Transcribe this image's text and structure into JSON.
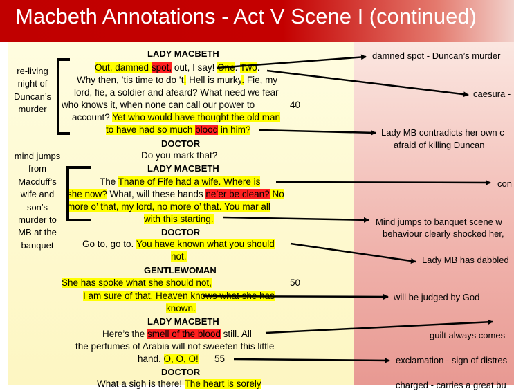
{
  "title": "Macbeth Annotations - Act V Scene I (continued)",
  "script": {
    "speaker_1": "LADY MACBETH",
    "lines_1": [
      [
        {
          "t": "Out, damned ",
          "h": "y"
        },
        {
          "t": "spot,",
          "h": "r"
        },
        {
          "t": " out, I say! ",
          "h": ""
        },
        {
          "t": "One",
          "h": "y"
        },
        {
          "t": ". ",
          "h": ""
        },
        {
          "t": "Two",
          "h": "y"
        },
        {
          "t": ".",
          "h": ""
        }
      ],
      [
        {
          "t": "Why then, ’tis time to do ’t",
          "h": ""
        },
        {
          "t": ".",
          "h": "y"
        },
        {
          "t": " Hell is murky",
          "h": ""
        },
        {
          "t": ".",
          "h": "y"
        },
        {
          "t": " Fie, ",
          "h": ""
        },
        {
          "t": "my",
          "h": ""
        }
      ],
      [
        {
          "t": "lord, fie, a soldier and afeard? What need we fear",
          "h": ""
        }
      ],
      [
        {
          "t": "who knows it, when none can call our power to",
          "h": ""
        }
      ],
      [
        {
          "t": "account? ",
          "h": ""
        },
        {
          "t": "Yet who would have thought the old man",
          "h": "y"
        }
      ],
      [
        {
          "t": "to have had so much ",
          "h": "y"
        },
        {
          "t": "blood",
          "h": "r"
        },
        {
          "t": " in him?",
          "h": "y"
        }
      ]
    ],
    "speaker_2": "DOCTOR",
    "doctor_line_1": "Do you mark that?",
    "speaker_3": "LADY MACBETH",
    "lines_3": [
      [
        {
          "t": "The ",
          "h": ""
        },
        {
          "t": "Thane of Fife had a wife. Where is",
          "h": "y"
        }
      ],
      [
        {
          "t": "she now?",
          "h": "y"
        },
        {
          "t": " What, will these hands ",
          "h": ""
        },
        {
          "t": "ne’er be clean?",
          "h": "r"
        },
        {
          "t": " No",
          "h": "y"
        }
      ],
      [
        {
          "t": "more o’ that, my lord, no more o’ that. You mar all",
          "h": "y"
        }
      ],
      [
        {
          "t": "with this starting.",
          "h": "y"
        }
      ]
    ],
    "speaker_4": "DOCTOR",
    "lines_4": [
      [
        {
          "t": "Go to, go to. ",
          "h": ""
        },
        {
          "t": "You have known what you should",
          "h": "y"
        }
      ],
      [
        {
          "t": "not.",
          "h": "y"
        }
      ]
    ],
    "speaker_5": "GENTLEWOMAN",
    "lines_5": [
      [
        {
          "t": "She has spoke what she should not,",
          "h": "y"
        }
      ],
      [
        {
          "t": "I am sure of that. Heaven knows what she has",
          "h": "y"
        }
      ],
      [
        {
          "t": "known.",
          "h": "y"
        }
      ]
    ],
    "speaker_6": "LADY MACBETH",
    "lines_6": [
      [
        {
          "t": "Here’s the ",
          "h": ""
        },
        {
          "t": "smell of the blood",
          "h": "r"
        },
        {
          "t": " still. All",
          "h": ""
        }
      ],
      [
        {
          "t": "the perfumes of Arabia will not sweeten this little",
          "h": ""
        }
      ],
      [
        {
          "t": "hand. ",
          "h": ""
        },
        {
          "t": "O, O, O!",
          "h": "y"
        }
      ]
    ],
    "speaker_7": "DOCTOR",
    "lines_7": [
      [
        {
          "t": "What a sigh is there! ",
          "h": ""
        },
        {
          "t": "The heart is sorely",
          "h": "y"
        }
      ]
    ],
    "line_num_40": "40",
    "line_num_50": "50",
    "line_num_55": "55"
  },
  "side_notes": {
    "note_1": [
      "re-living",
      "night of",
      "Duncan’s",
      "murder"
    ],
    "note_2": [
      "mind jumps",
      "from",
      "Macduff’s",
      "wife and",
      "son’s",
      "murder to",
      "MB at the",
      "banquet"
    ]
  },
  "annotations": {
    "a1": "damned spot - Duncan’s murder",
    "a2": "caesura -",
    "a3": "Lady MB contradicts her own c",
    "a3b": "afraid of killing Duncan",
    "a4": "con",
    "a5": "Mind jumps to banquet scene w",
    "a5b": "behaviour clearly shocked her,",
    "a6": "Lady MB has dabbled",
    "a7": "will be judged by God",
    "a8": "guilt always comes",
    "a9": "exclamation - sign of distres",
    "a10": "charged - carries a great bu"
  },
  "colors": {
    "title_bg": "#c00000",
    "highlight_yellow": "#ffff00",
    "highlight_red": "#ff2020",
    "left_bg": "#fffde0",
    "right_bg": "#f0b3ac"
  }
}
